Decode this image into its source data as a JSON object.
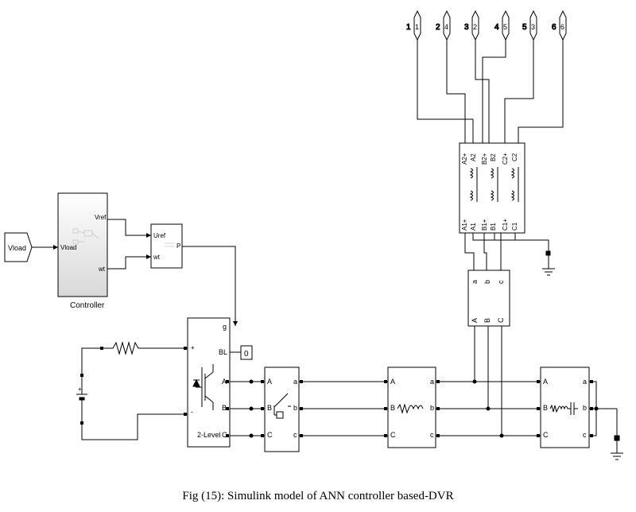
{
  "caption": "Fig (15): Simulink model of ANN controller based-DVR",
  "goto_tags": [
    {
      "num": "1",
      "tag": "1"
    },
    {
      "num": "2",
      "tag": "4"
    },
    {
      "num": "3",
      "tag": "2"
    },
    {
      "num": "4",
      "tag": "5"
    },
    {
      "num": "5",
      "tag": "3"
    },
    {
      "num": "6",
      "tag": "6"
    }
  ],
  "from_vload": "Vload",
  "controller": {
    "label": "Controller",
    "in": "Vload",
    "out1": "Vref",
    "out2": "wt"
  },
  "pwm": {
    "in1": "Uref",
    "in2": "wt",
    "out": "P"
  },
  "const_zero": "0",
  "converter": {
    "label": "2-Level",
    "g": "g",
    "bl": "BL",
    "a": "A",
    "b": "B",
    "c": "C",
    "plus": "+",
    "minus": "-"
  },
  "transformer": {
    "top": [
      "A2+",
      "A2",
      "B2+",
      "B2",
      "C2+",
      "C2"
    ],
    "bottom": [
      "A1+",
      "A1",
      "B1+",
      "B1",
      "C1+",
      "C1"
    ]
  },
  "bus": {
    "in": [
      "a",
      "b",
      "c"
    ],
    "out": [
      "A",
      "B",
      "C"
    ]
  },
  "block_ports": {
    "in": [
      "A",
      "B",
      "C"
    ],
    "out": [
      "a",
      "b",
      "c"
    ]
  },
  "battery_plus": "+"
}
